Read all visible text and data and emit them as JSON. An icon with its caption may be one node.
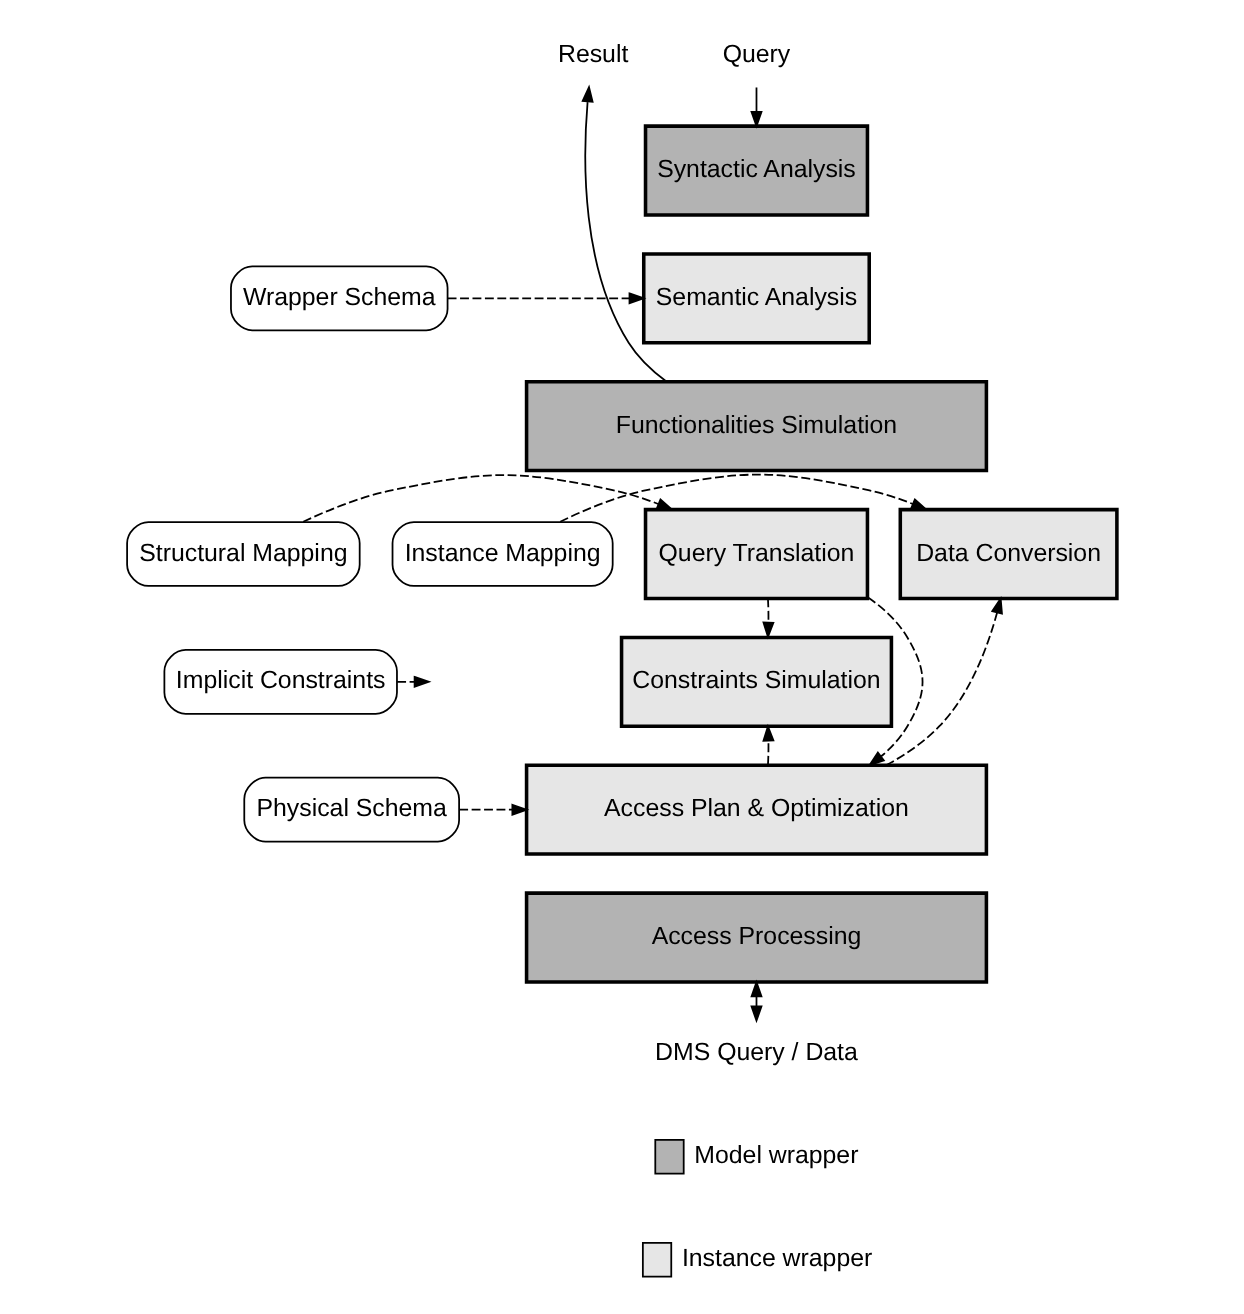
{
  "diagram": {
    "nodes": [
      {
        "text": [
          "Query"
        ]
      },
      {
        "text": [
          "Result"
        ]
      },
      {
        "text": [
          "Syntactic Analysis"
        ]
      },
      {
        "text": [
          "Wrapper Schema"
        ]
      },
      {
        "text": [
          "Semantic Analysis"
        ]
      },
      {
        "text": [
          "Functionalities Simulation"
        ]
      },
      {
        "text": [
          "Structural Mapping"
        ]
      },
      {
        "text": [
          "Query Translation"
        ]
      },
      {
        "text": [
          "Data Conversion"
        ]
      },
      {
        "text": [
          "Instance Mapping"
        ]
      },
      {
        "text": [
          "Implicit Constraints"
        ]
      },
      {
        "text": [
          "Constraints Simulation"
        ]
      },
      {
        "text": [
          "Physical Schema"
        ]
      },
      {
        "text": [
          "Access Plan & Optimization"
        ]
      },
      {
        "text": [
          "Access Processing"
        ]
      },
      {
        "text": [
          "DMS Query / Data"
        ]
      }
    ],
    "edges": [
      {
        "from": 0,
        "to": 2,
        "arrow": "to"
      },
      {
        "from": 5,
        "to": 1,
        "arrow": "to"
      },
      {
        "from": 3,
        "to": 4,
        "arrow": "to",
        "style": "dashed"
      },
      {
        "from": 6,
        "to": 7,
        "arrow": "to",
        "style": "dashed"
      },
      {
        "from": 9,
        "to": 8,
        "arrow": "to",
        "style": "dashed"
      },
      {
        "from": 10,
        "to": null,
        "arrow": "to",
        "style": "dashed"
      },
      {
        "from": 7,
        "to": 13,
        "arrow": "to",
        "style": "dashed"
      },
      {
        "from": 7,
        "to": 11,
        "arrow": "to",
        "style": "dashed"
      },
      {
        "from": 13,
        "to": 8,
        "arrow": "to",
        "style": "dashed"
      },
      {
        "from": 13,
        "to": 11,
        "arrow": "to",
        "style": "dashed"
      },
      {
        "from": 12,
        "to": 13,
        "arrow": "to",
        "style": "dashed"
      },
      {
        "from": 14,
        "to": 15,
        "arrow": "both"
      }
    ],
    "legend": [
      {
        "text": "Model wrapper",
        "color": "#b3b3b3"
      },
      {
        "text": "Instance wrapper",
        "color": "#e6e6e6"
      }
    ]
  }
}
